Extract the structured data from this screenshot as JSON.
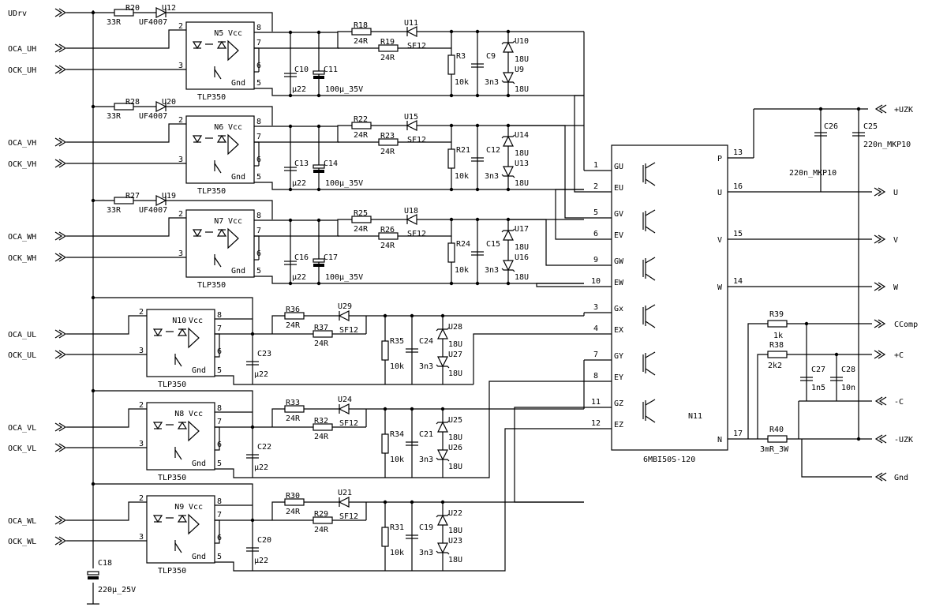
{
  "inputs": {
    "vdrv": "UDrv",
    "oca_uh": "OCA_UH",
    "ock_uh": "OCK_UH",
    "oca_vh": "OCA_VH",
    "ock_vh": "OCK_VH",
    "oca_wh": "OCA_WH",
    "ock_wh": "OCK_WH",
    "oca_ul": "OCA_UL",
    "ock_ul": "OCK_UL",
    "oca_vl": "OCA_VL",
    "ock_vl": "OCK_VL",
    "oca_wl": "OCA_WL",
    "ock_wl": "OCK_WL",
    "gnd": "Gnd"
  },
  "outputs": {
    "uzk_pos": "+UZK",
    "u": "U",
    "v": "V",
    "w": "W",
    "ccomp": "CComp",
    "c_pos": "+C",
    "c_neg": "-C",
    "uzk_neg": "-UZK"
  },
  "opto": {
    "part": "TLP350",
    "vcc": "Vcc",
    "gnd": "Gnd",
    "pins": {
      "p2": "2",
      "p3": "3",
      "p5": "5",
      "p6": "6",
      "p7": "7",
      "p8": "8"
    },
    "n5": "N5",
    "n6": "N6",
    "n7": "N7",
    "n10": "N10",
    "n8": "N8",
    "n9": "N9"
  },
  "high": {
    "u": {
      "r_in": "R20",
      "r_in_val": "33R",
      "d_in": "U12",
      "d_in_val": "UF4007",
      "c_a": "C10",
      "c_a_val": "μ22",
      "c_b": "C11",
      "c_b_val": "100μ_35V",
      "r_a": "R18",
      "r_a_val": "24R",
      "r_b": "R19",
      "r_b_val": "24R",
      "d_sf": "U11",
      "d_sf_val": "SF12",
      "r_g": "R3",
      "r_g_val": "10k",
      "c_g": "C9",
      "c_g_val": "3n3",
      "z1": "U10",
      "z1_val": "18U",
      "z2": "U9",
      "z2_val": "18U"
    },
    "v": {
      "r_in": "R28",
      "r_in_val": "33R",
      "d_in": "U20",
      "d_in_val": "UF4007",
      "c_a": "C13",
      "c_a_val": "μ22",
      "c_b": "C14",
      "c_b_val": "100μ_35V",
      "r_a": "R22",
      "r_a_val": "24R",
      "r_b": "R23",
      "r_b_val": "24R",
      "d_sf": "U15",
      "d_sf_val": "SF12",
      "r_g": "R21",
      "r_g_val": "10k",
      "c_g": "C12",
      "c_g_val": "3n3",
      "z1": "U14",
      "z1_val": "18U",
      "z2": "U13",
      "z2_val": "18U"
    },
    "w": {
      "r_in": "R27",
      "r_in_val": "33R",
      "d_in": "U19",
      "d_in_val": "UF4007",
      "c_a": "C16",
      "c_a_val": "μ22",
      "c_b": "C17",
      "c_b_val": "100μ_35V",
      "r_a": "R25",
      "r_a_val": "24R",
      "r_b": "R26",
      "r_b_val": "24R",
      "d_sf": "U18",
      "d_sf_val": "SF12",
      "r_g": "R24",
      "r_g_val": "10k",
      "c_g": "C15",
      "c_g_val": "3n3",
      "z1": "U17",
      "z1_val": "18U",
      "z2": "U16",
      "z2_val": "18U"
    }
  },
  "low": {
    "u": {
      "c_a": "C23",
      "c_a_val": "μ22",
      "r_a": "R36",
      "r_a_val": "24R",
      "r_b": "R37",
      "r_b_val": "24R",
      "d_sf": "U29",
      "d_sf_val": "SF12",
      "r_g": "R35",
      "r_g_val": "10k",
      "c_g": "C24",
      "c_g_val": "3n3",
      "z1": "U28",
      "z1_val": "18U",
      "z2": "U27",
      "z2_val": "18U"
    },
    "v": {
      "c_a": "C22",
      "c_a_val": "μ22",
      "r_a": "R33",
      "r_a_val": "24R",
      "r_b": "R32",
      "r_b_val": "24R",
      "d_sf": "U24",
      "d_sf_val": "SF12",
      "r_g": "R34",
      "r_g_val": "10k",
      "c_g": "C21",
      "c_g_val": "3n3",
      "z1": "U25",
      "z1_val": "18U",
      "z2": "U26",
      "z2_val": "18U"
    },
    "w": {
      "c_a": "C20",
      "c_a_val": "μ22",
      "r_a": "R30",
      "r_a_val": "24R",
      "r_b": "R29",
      "r_b_val": "24R",
      "d_sf": "U21",
      "d_sf_val": "SF12",
      "r_g": "R31",
      "r_g_val": "10k",
      "c_g": "C19",
      "c_g_val": "3n3",
      "z1": "U22",
      "z1_val": "18U",
      "z2": "U23",
      "z2_val": "18U"
    }
  },
  "bulk_cap": {
    "ref": "C18",
    "val": "220μ_25V"
  },
  "module": {
    "ref": "N11",
    "part": "6MBI50S-120",
    "pin_p": "13",
    "pin_u": "16",
    "pin_v": "15",
    "pin_w": "14",
    "pin_n": "17",
    "pin_gu": "1",
    "pin_eu": "2",
    "pin_gv": "5",
    "pin_ev": "6",
    "pin_gw": "9",
    "pin_ew": "10",
    "pin_gx": "3",
    "pin_ex": "4",
    "pin_gy": "7",
    "pin_ey": "8",
    "pin_gz": "11",
    "pin_ez": "12",
    "lbl_p": "P",
    "lbl_u": "U",
    "lbl_v": "V",
    "lbl_w": "W",
    "lbl_n": "N",
    "lbl_gu": "GU",
    "lbl_eu": "EU",
    "lbl_gv": "GV",
    "lbl_ev": "EV",
    "lbl_gw": "GW",
    "lbl_ew": "EW",
    "lbl_gx": "Gx",
    "lbl_ex": "EX",
    "lbl_gy": "GY",
    "lbl_ey": "EY",
    "lbl_gz": "GZ",
    "lbl_ez": "EZ"
  },
  "bus_caps": {
    "c26": "C26",
    "c26_val": "220n_MKP10",
    "c25": "C25",
    "c25_val": "220n_MKP10"
  },
  "sense": {
    "r39": "R39",
    "r39_val": "1k",
    "r38": "R38",
    "r38_val": "2k2",
    "c27": "C27",
    "c27_val": "1n5",
    "c28": "C28",
    "c28_val": "10n",
    "r40": "R40",
    "r40_val": "3mR_3W"
  }
}
